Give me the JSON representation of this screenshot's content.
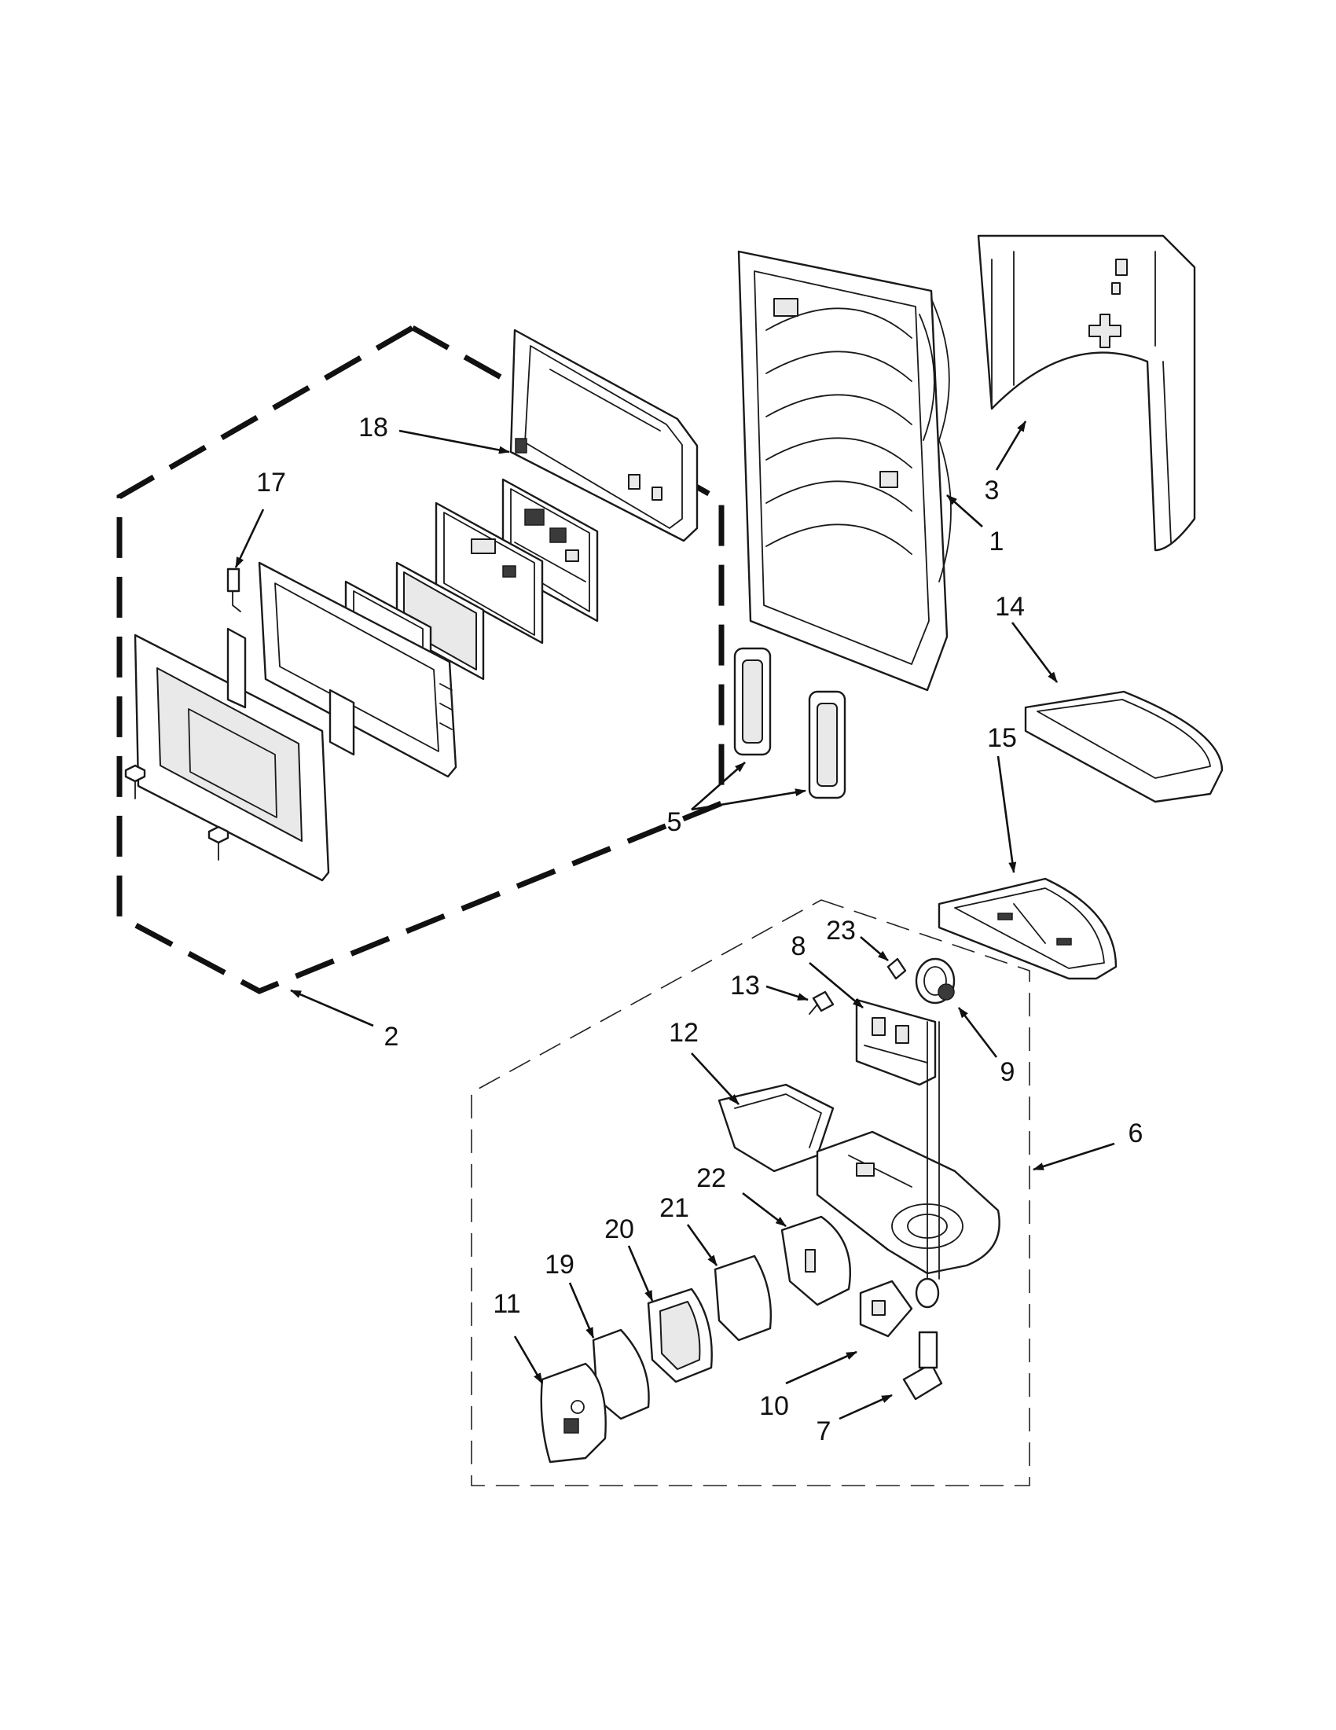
{
  "diagram": {
    "type": "exploded-parts-diagram",
    "callouts": [
      "1",
      "2",
      "3",
      "5",
      "6",
      "7",
      "8",
      "9",
      "10",
      "11",
      "12",
      "13",
      "14",
      "15",
      "17",
      "18",
      "19",
      "20",
      "21",
      "22",
      "23"
    ],
    "kits": [
      "2",
      "6"
    ],
    "colors": {
      "line": "#1a1a1a",
      "background": "#ffffff",
      "shade": "#e9e9e9"
    }
  }
}
